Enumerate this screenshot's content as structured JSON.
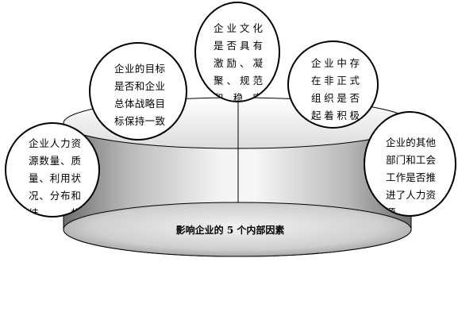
{
  "diagram": {
    "base_label": "影响企业的 5 个内部因素",
    "factors": [
      {
        "id": "hr",
        "text": "企业人力资源数量、质量、利用状况、分布和结构"
      },
      {
        "id": "goal",
        "text": "企业的目标是否和企业总体战略目标保持一致"
      },
      {
        "id": "culture",
        "text": "企业文化是否具有激励、凝聚、规范和稳定"
      },
      {
        "id": "informal",
        "text": "企业中存在非正式组织是否起着积极的作用"
      },
      {
        "id": "union",
        "text": "企业的其他部门和工会工作是否推进了人力资源"
      }
    ]
  }
}
